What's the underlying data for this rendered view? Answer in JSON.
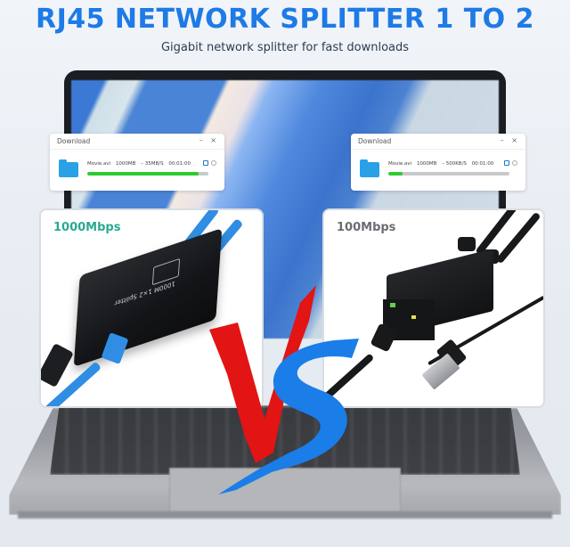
{
  "header": {
    "title": "RJ45 NETWORK SPLITTER 1 TO 2",
    "subtitle": "Gigabit network splitter for fast downloads"
  },
  "colors": {
    "title": "#1e7ae6",
    "progress_fill": "#2fcb2f",
    "label_1000": "#2ba98f",
    "label_100": "#6a6d72",
    "vs_red": "#e21414",
    "vs_blue": "#1a7de8"
  },
  "download_windows": [
    {
      "title": "Download",
      "controls": "– ×",
      "file_name": "Movie.avi",
      "size": "1000MB",
      "speed": "– 35MB/S",
      "time": "00:01:00",
      "progress_percent": 92,
      "icon": "folder-icon"
    },
    {
      "title": "Download",
      "controls": "– ×",
      "file_name": "Movie.avi",
      "size": "1000MB",
      "speed": "– 500KB/S",
      "time": "00:01:00",
      "progress_percent": 12,
      "icon": "folder-icon"
    }
  ],
  "panels": {
    "left": {
      "speed_label": "1000Mbps",
      "device_text": "1000M 1×2 Splitter"
    },
    "right": {
      "speed_label": "100Mbps"
    }
  },
  "vs_label": "VS"
}
